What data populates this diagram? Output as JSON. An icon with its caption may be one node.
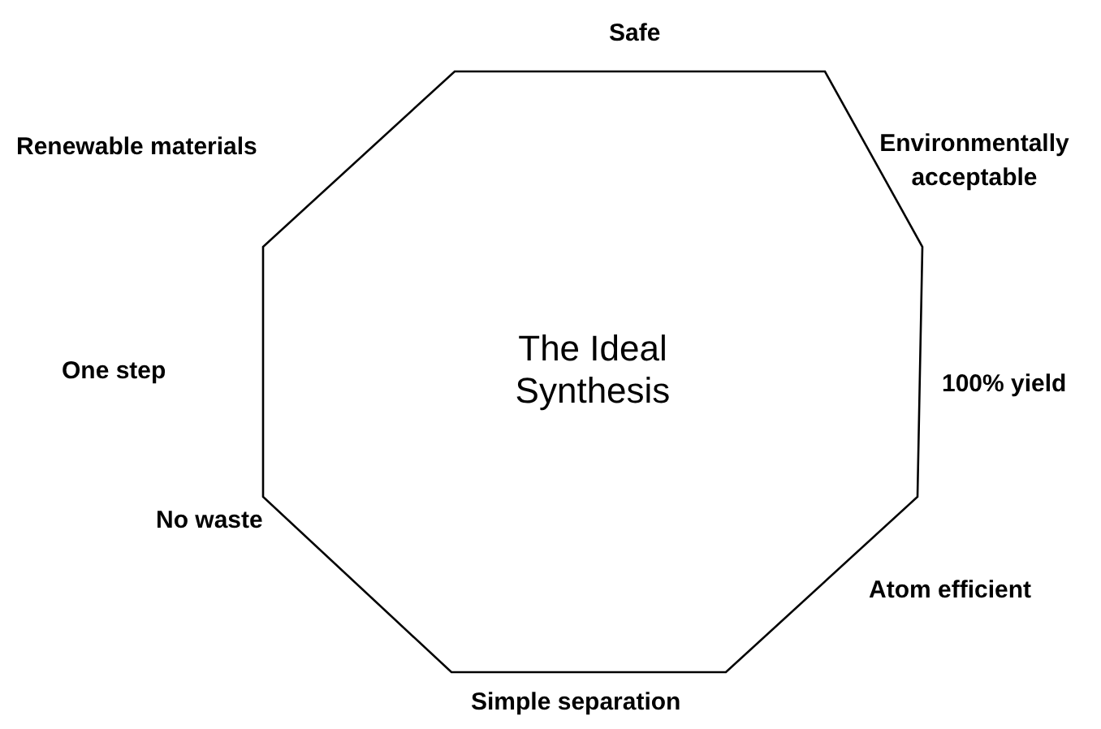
{
  "diagram": {
    "nodes": [
      {
        "text": [
          "The Ideal Synthesis"
        ]
      }
    ],
    "edges": [],
    "labels": [
      "Safe",
      "Renewable materials",
      "Environmentally acceptable",
      "One step",
      "100% yield",
      "No waste",
      "Atom efficient",
      "Simple separation"
    ]
  }
}
